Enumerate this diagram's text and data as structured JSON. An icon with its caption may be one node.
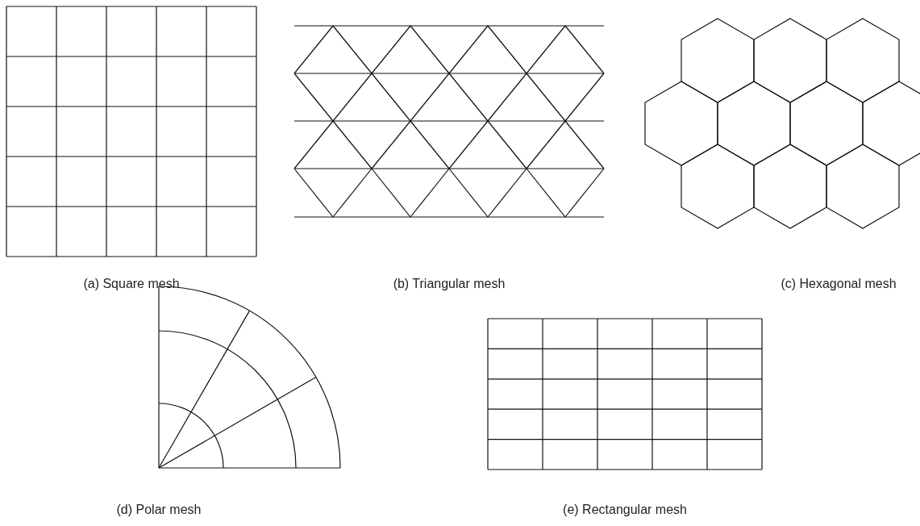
{
  "diagram": {
    "labels": [
      "(a) Square mesh",
      "(b) Triangular mesh",
      "(c) Hexagonal mesh",
      "(d) Polar mesh",
      "(e) Rectangular mesh"
    ]
  }
}
